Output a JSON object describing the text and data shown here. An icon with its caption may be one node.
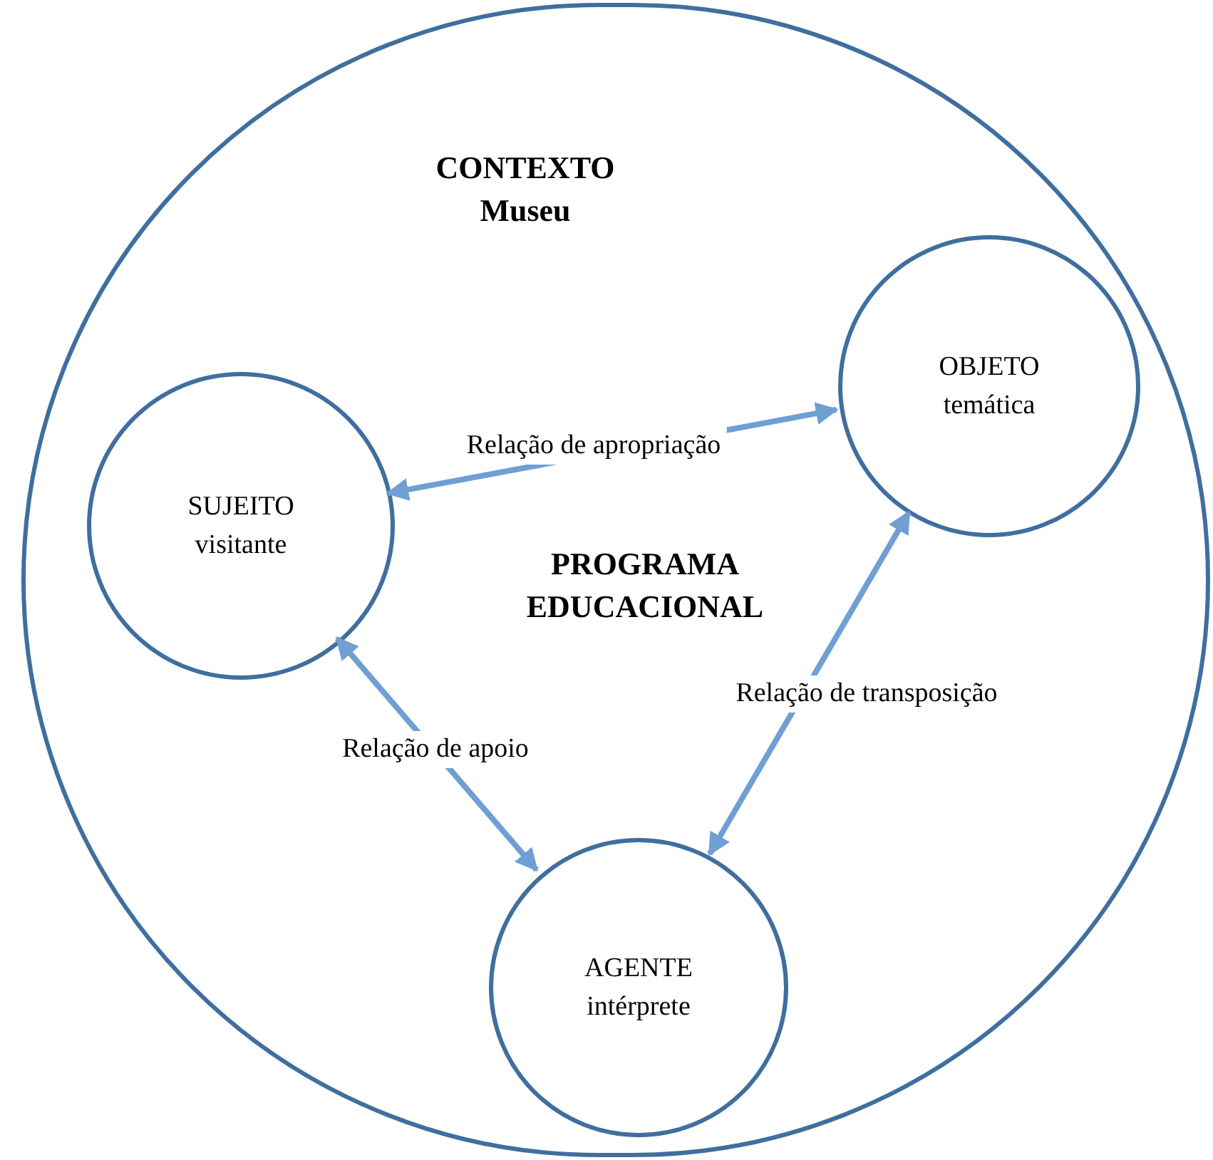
{
  "diagram": {
    "nodes": [
      {
        "text": [
          "CONTEXTO Museu",
          "PROGRAMA EDUCACIONAL"
        ]
      },
      {
        "text": [
          "OBJETO temática"
        ],
        "in": 0
      },
      {
        "text": [
          "SUJEITO visitante"
        ],
        "in": 0
      },
      {
        "text": [
          "AGENTE intérprete"
        ],
        "in": 0
      }
    ],
    "edges": [
      {
        "from": 2,
        "to": 1,
        "arrow": "both",
        "label": "Relação de apropriação"
      },
      {
        "from": 2,
        "to": 3,
        "arrow": "both",
        "label": "Relação de apoio"
      },
      {
        "from": 1,
        "to": 3,
        "arrow": "both",
        "label": "Relação de transposição"
      }
    ]
  }
}
